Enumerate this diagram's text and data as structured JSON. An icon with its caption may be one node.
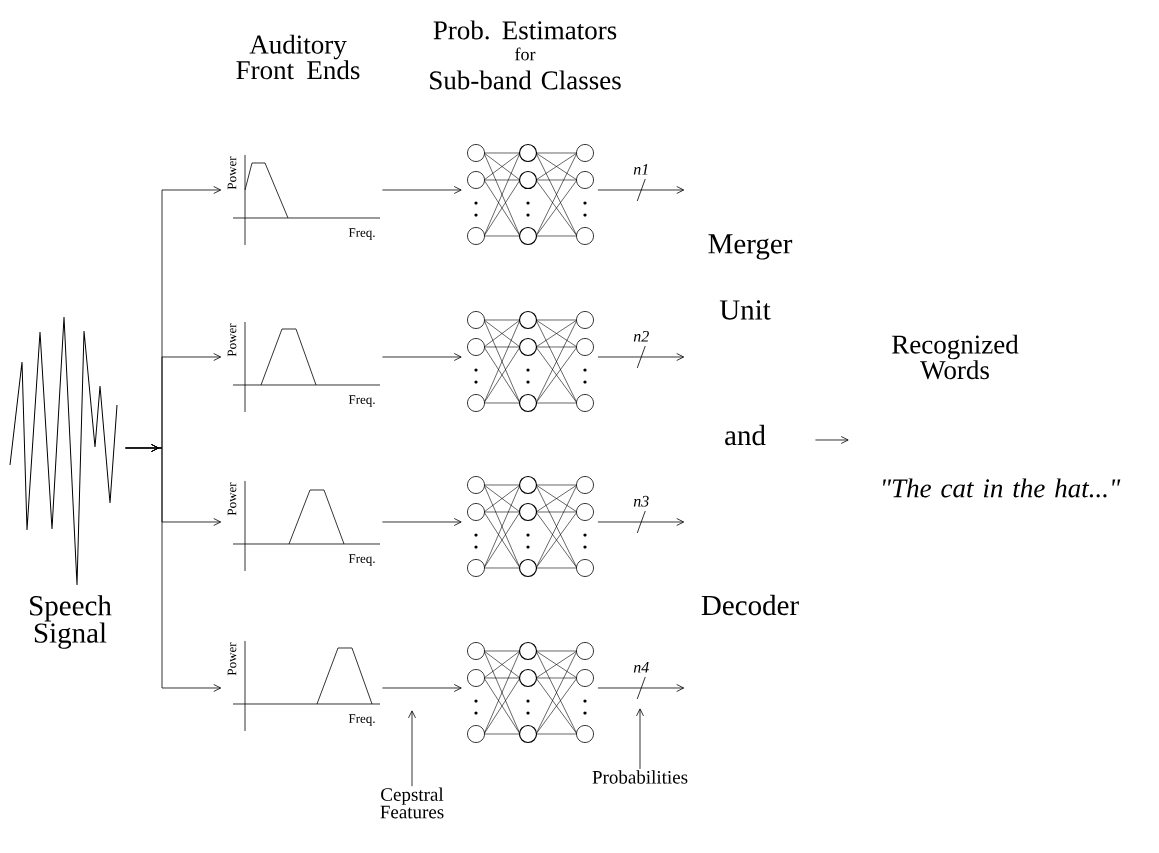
{
  "diagram": {
    "nodes": [
      {
        "text": [],
        "shape": "picture",
        "beside": [
          "Speech Signal"
        ]
      },
      {
        "text": [
          "Power",
          "Freq."
        ]
      },
      {
        "text": [
          "Power",
          "Freq."
        ]
      },
      {
        "text": [
          "Power",
          "Freq."
        ]
      },
      {
        "text": [
          "Power",
          "Freq."
        ]
      },
      {
        "text": [],
        "shape": "picture"
      },
      {
        "text": [],
        "shape": "picture"
      },
      {
        "text": [],
        "shape": "picture"
      },
      {
        "text": [],
        "shape": "picture"
      },
      {
        "text": [
          "Merger",
          "Unit",
          "and",
          "Decoder"
        ]
      },
      {
        "text": [
          "Recognized Words",
          "\"The cat in the hat...\""
        ]
      },
      {
        "text": [
          "Cepstral Features"
        ]
      },
      {
        "text": [
          "Probabilities"
        ]
      }
    ],
    "edges": [
      {
        "from": 0,
        "to": 1,
        "arrow": "to"
      },
      {
        "from": 0,
        "to": 2,
        "arrow": "to"
      },
      {
        "from": 0,
        "to": 3,
        "arrow": "to"
      },
      {
        "from": 0,
        "to": 4,
        "arrow": "to"
      },
      {
        "from": 1,
        "to": 5,
        "arrow": "to"
      },
      {
        "from": 2,
        "to": 6,
        "arrow": "to"
      },
      {
        "from": 3,
        "to": 7,
        "arrow": "to"
      },
      {
        "from": 4,
        "to": 8,
        "arrow": "to"
      },
      {
        "from": 5,
        "to": 9,
        "arrow": "to",
        "label": "n1"
      },
      {
        "from": 6,
        "to": 9,
        "arrow": "to",
        "label": "n2"
      },
      {
        "from": 7,
        "to": 9,
        "arrow": "to",
        "label": "n3"
      },
      {
        "from": 8,
        "to": 9,
        "arrow": "to",
        "label": "n4"
      },
      {
        "from": 9,
        "to": 10,
        "arrow": "to"
      },
      {
        "from": 11,
        "to": null,
        "arrow": "to"
      },
      {
        "from": 12,
        "to": null,
        "arrow": "to"
      }
    ],
    "labels": [
      "Auditory Front Ends",
      "Prob. Estimators",
      "for",
      "Sub-band Classes"
    ]
  }
}
